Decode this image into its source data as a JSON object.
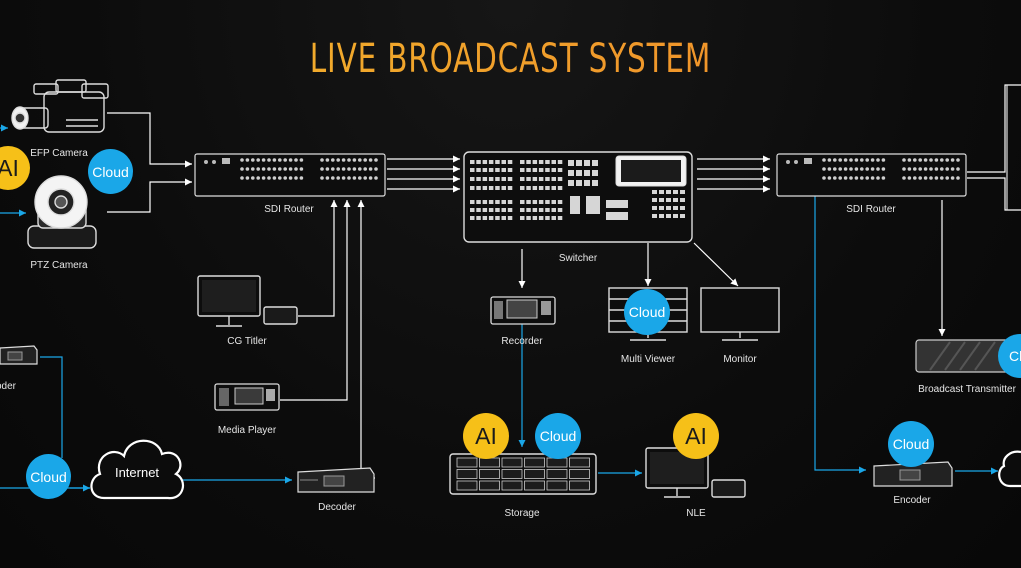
{
  "title": "LIVE BROADCAST SYSTEM",
  "colors": {
    "title_start": "#f1b52c",
    "title_end": "#f08a2a",
    "ai_badge": "#f6c018",
    "cloud_badge": "#1aa7e8",
    "line_white": "#ffffff",
    "line_blue": "#1aa7e8"
  },
  "labels": {
    "efp_camera": "EFP Camera",
    "ptz_camera": "PTZ Camera",
    "sdi_router_left": "SDI Router",
    "switcher": "Switcher",
    "sdi_router_right": "SDI Router",
    "cg_titler": "CG Titler",
    "media_player": "Media Player",
    "recorder": "Recorder",
    "multi_viewer": "Multi Viewer",
    "monitor": "Monitor",
    "broadcast_transmitter": "Broadcast Transmitter",
    "decoder": "Decoder",
    "storage": "Storage",
    "nle": "NLE",
    "encoder_right": "Encoder",
    "encoder_left_partial": "oder",
    "internet": "Internet"
  },
  "badges": {
    "ai": "AI",
    "cloud": "Cloud",
    "cloud_partial": "Clo"
  }
}
